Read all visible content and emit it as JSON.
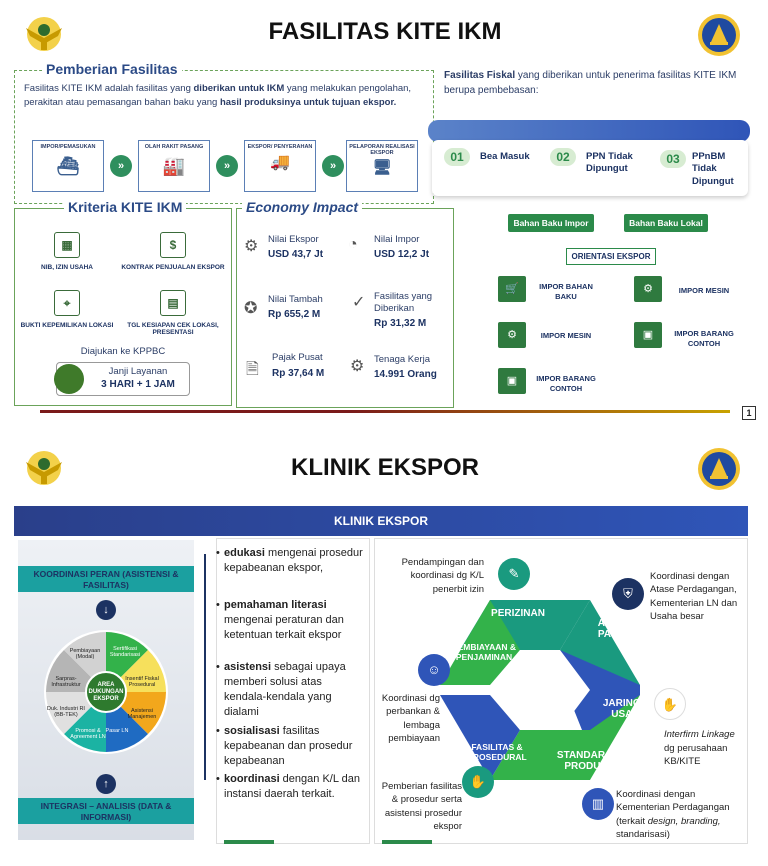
{
  "page1": {
    "title": "FASILITAS KITE IKM",
    "pemberian": {
      "heading": "Pemberian Fasilitas",
      "text_a": "Fasilitas KITE IKM adalah fasilitas yang ",
      "text_b": "diberikan untuk IKM",
      "text_c": " yang melakukan pengolahan, perakitan atau pemasangan bahan baku yang ",
      "text_d": "hasil produksinya untuk tujuan ekspor.",
      "steps": [
        "IMPOR/PEMASUKAN",
        "OLAH RAKIT PASANG",
        "EKSPOR/ PENYERAHAN",
        "PELAPORAN REALISASI EKSPOR"
      ]
    },
    "kriteria": {
      "heading": "Kriteria KITE IKM",
      "items": [
        "NIB, IZIN USAHA",
        "KONTRAK PENJUALAN EKSPOR",
        "BUKTI KEPEMILIKAN LOKASI",
        "TGL KESIAPAN CEK LOKASI, PRESENTASI"
      ],
      "diajukan": "Diajukan ke KPPBC",
      "janji_label": "Janji Layanan",
      "janji_value": "3 HARI + 1 JAM"
    },
    "economy": {
      "heading": "Economy Impact",
      "items": [
        {
          "label": "Nilai Ekspor",
          "value": "USD 43,7 Jt"
        },
        {
          "label": "Nilai Impor",
          "value": "USD 12,2 Jt"
        },
        {
          "label": "Nilai Tambah",
          "value": "Rp 655,2 M"
        },
        {
          "label": "Fasilitas yang Diberikan",
          "value": "Rp 31,32 M"
        },
        {
          "label": "Pajak Pusat",
          "value": "Rp 37,64 M"
        },
        {
          "label": "Tenaga Kerja",
          "value": "14.991 Orang"
        }
      ]
    },
    "fiskal": {
      "text_bold": "Fasilitas Fiskal",
      "text_rest": " yang diberikan untuk penerima fasilitas KITE IKM berupa pembebasan:",
      "items": [
        {
          "num": "01",
          "label": "Bea Masuk"
        },
        {
          "num": "02",
          "label": "PPN Tidak Dipungut"
        },
        {
          "num": "03",
          "label": "PPnBM Tidak Dipungut"
        }
      ]
    },
    "bahan": {
      "impor_label": "Bahan Baku Impor",
      "lokal_label": "Bahan Baku Lokal",
      "orientasi": "ORIENTASI EKSPOR",
      "impor_items": [
        "IMPOR BAHAN BAKU",
        "IMPOR MESIN",
        "IMPOR BARANG CONTOH"
      ],
      "lokal_items": [
        "IMPOR MESIN",
        "IMPOR BARANG CONTOH"
      ]
    },
    "page_num": "1"
  },
  "page2": {
    "title": "KLINIK EKSPOR",
    "banner": "KLINIK EKSPOR",
    "left": {
      "top_banner": "KOORDINASI PERAN (ASISTENSI & FASILITAS)",
      "bottom_banner": "INTEGRASI – ANALISIS (DATA & INFORMASI)",
      "center": "AREA DUKUNGAN EKSPOR",
      "segments": [
        "Pembiayaan (Modal)",
        "Sertifikasi Standarisasi",
        "Insentif Fiskal Prosedural",
        "Asistensi Manajemen",
        "Pasar LN",
        "Promosi & Agreement LN",
        "Duk. Industri RI (BB-TEK)",
        "Sarpras-Infrastruktur"
      ]
    },
    "bullets": [
      {
        "bold": "edukasi",
        "rest": " mengenai prosedur kepabeanan ekspor,"
      },
      {
        "bold": "pemahaman literasi",
        "rest": " mengenai peraturan dan ketentuan terkait ekspor"
      },
      {
        "bold": "asistensi",
        "rest": " sebagai upaya memberi solusi atas kendala-kendala yang dialami"
      },
      {
        "bold": "sosialisasi",
        "rest": " fasilitas kepabeanan dan prosedur kepabeanan"
      },
      {
        "bold": "koordinasi",
        "rest": " dengan K/L dan instansi daerah terkait."
      }
    ],
    "cycle": {
      "segments": [
        "PERIZINAN",
        "AKSES PASAR",
        "JARINGAN USAHA",
        "STANDAR & PRODUK",
        "FASILITAS & PROSEDURAL",
        "PEMBIAYAAN & PENJAMINAN"
      ],
      "notes": {
        "perizinan": "Pendampingan dan koordinasi dg K/L penerbit izin",
        "akses": "Koordinasi dengan Atase Perdagangan, Kementerian LN dan Usaha besar",
        "jaringan_a": "Interfirm Linkage",
        "jaringan_b": "dg perusahaan KB/KITE",
        "standar_a": "Koordinasi dengan Kementerian Perdagangan (terkait ",
        "standar_b": "design, branding,",
        "standar_c": " standarisasi)",
        "fasilitas": "Pemberian fasilitas & prosedur serta asistensi prosedur ekspor",
        "pembiayaan": "Koordinasi dg perbankan & lembaga pembiayaan"
      }
    }
  },
  "colors": {
    "navy": "#1c3262",
    "green": "#2b8a4a",
    "teal": "#1a9a7f",
    "blue": "#2f55b8",
    "gold": "#c8a200"
  }
}
